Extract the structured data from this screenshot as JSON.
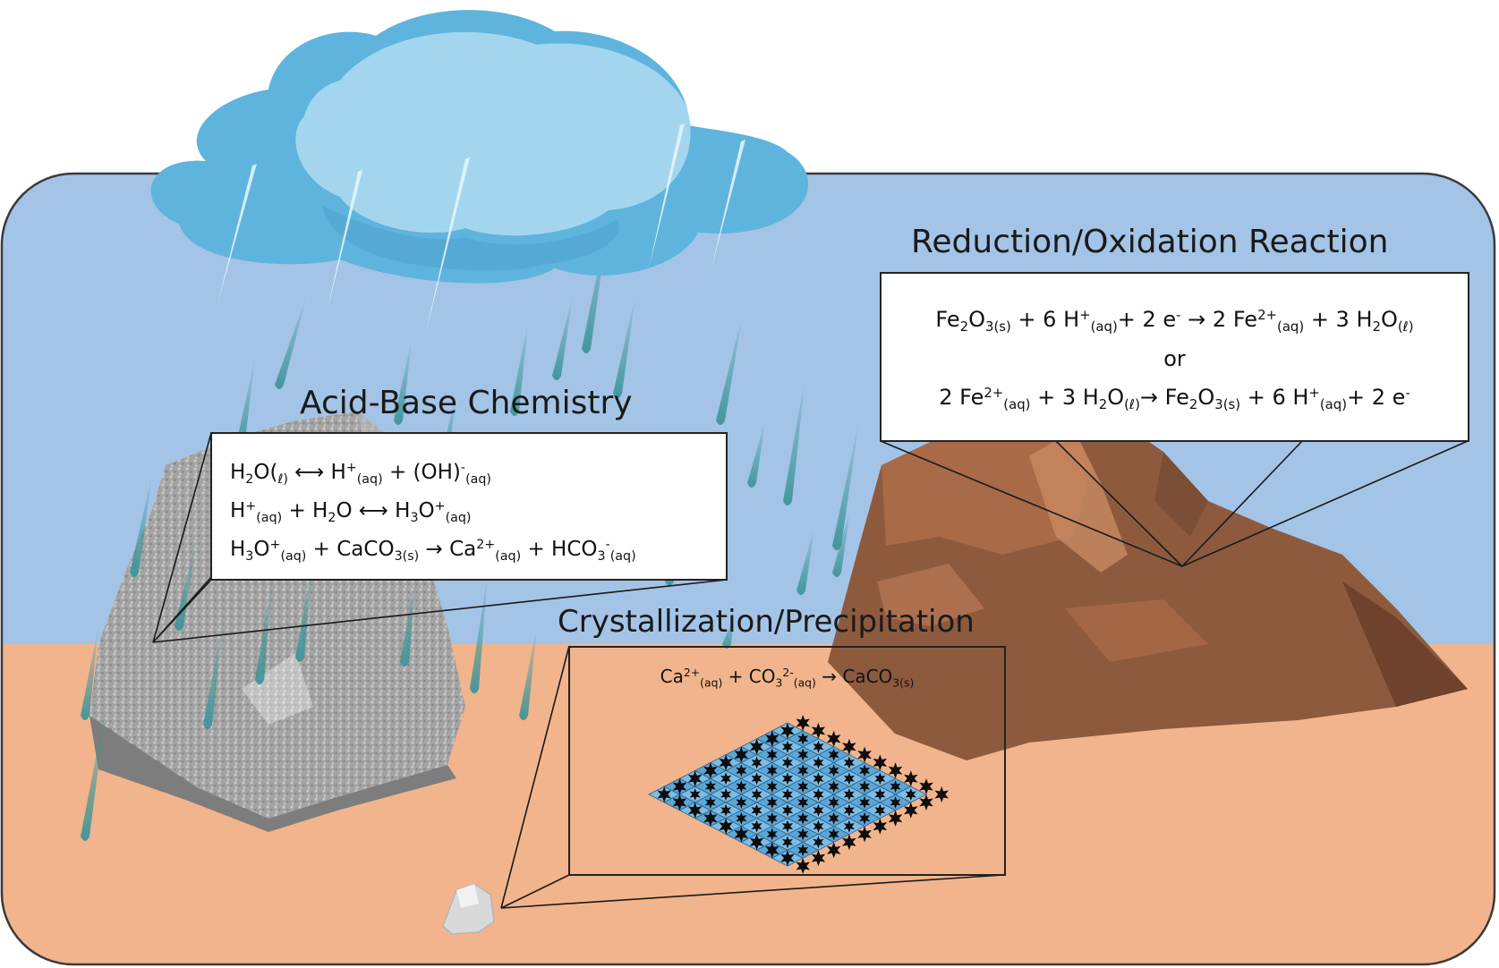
{
  "sections": {
    "acid_base": {
      "title": "Acid-Base Chemistry",
      "equations": [
        [
          {
            "t": "H"
          },
          {
            "sub": "2"
          },
          {
            "t": "O("
          },
          {
            "sub": "ℓ)"
          },
          {
            "t": " ⟷ H"
          },
          {
            "sup": "+"
          },
          {
            "sub": "(aq)"
          },
          {
            "t": " + (OH)"
          },
          {
            "sup": "-"
          },
          {
            "sub": "(aq)"
          }
        ],
        [
          {
            "t": "H"
          },
          {
            "sup": "+"
          },
          {
            "sub": "(aq)"
          },
          {
            "t": " + H"
          },
          {
            "sub": "2"
          },
          {
            "t": "O ⟷ H"
          },
          {
            "sub": "3"
          },
          {
            "t": "O"
          },
          {
            "sup": "+"
          },
          {
            "sub": "(aq)"
          }
        ],
        [
          {
            "t": "H"
          },
          {
            "sub": "3"
          },
          {
            "t": "O"
          },
          {
            "sup": "+"
          },
          {
            "sub": "(aq)"
          },
          {
            "t": " + CaCO"
          },
          {
            "sub": "3(s)"
          },
          {
            "t": " → Ca"
          },
          {
            "sup": "2+"
          },
          {
            "sub": "(aq)"
          },
          {
            "t": " + HCO"
          },
          {
            "sub": "3"
          },
          {
            "sup": "-"
          },
          {
            "sub": "(aq)"
          }
        ]
      ]
    },
    "redox": {
      "title": "Reduction/Oxidation Reaction",
      "equations": [
        [
          {
            "t": "Fe"
          },
          {
            "sub": "2"
          },
          {
            "t": "O"
          },
          {
            "sub": "3(s)"
          },
          {
            "t": "  + 6 H"
          },
          {
            "sup": "+"
          },
          {
            "sub": "(aq)"
          },
          {
            "t": "+ 2 e"
          },
          {
            "sup": "-"
          },
          {
            "t": " → 2 Fe"
          },
          {
            "sup": "2+"
          },
          {
            "sub": "(aq)"
          },
          {
            "t": " + 3 H"
          },
          {
            "sub": "2"
          },
          {
            "t": "O"
          },
          {
            "sub": "(ℓ)"
          }
        ],
        [
          {
            "t": "or"
          }
        ],
        [
          {
            "t": "2 Fe"
          },
          {
            "sup": "2+"
          },
          {
            "sub": "(aq)"
          },
          {
            "t": " + 3 H"
          },
          {
            "sub": "2"
          },
          {
            "t": "O"
          },
          {
            "sub": "(ℓ)"
          },
          {
            "t": "→ Fe"
          },
          {
            "sub": "2"
          },
          {
            "t": "O"
          },
          {
            "sub": "3(s)"
          },
          {
            "t": "  + 6 H"
          },
          {
            "sup": "+"
          },
          {
            "sub": "(aq)"
          },
          {
            "t": "+ 2 e"
          },
          {
            "sup": "-"
          }
        ]
      ]
    },
    "crystallization": {
      "title": "Crystallization/Precipitation",
      "equations": [
        [
          {
            "t": "Ca"
          },
          {
            "sup": "2+"
          },
          {
            "sub": "(aq)"
          },
          {
            "t": " + CO"
          },
          {
            "sub": "3"
          },
          {
            "sup": "2-"
          },
          {
            "sub": "(aq)"
          },
          {
            "t": " → CaCO"
          },
          {
            "sub": "3(s)"
          }
        ]
      ]
    }
  },
  "colors": {
    "sky": "#a3c4e6",
    "ground": "#f2b48c",
    "cloud_dark": "#5fb4de",
    "cloud_light": "#a3d6ee",
    "rain": "#3d9499",
    "dirt": "#8d5a3e",
    "rock": "#9e9e9e",
    "crystal": "#5aa6d8"
  },
  "icons": [
    "cloud-icon",
    "rain-drop-icon",
    "limestone-rock-icon",
    "iron-oxide-dirt-icon",
    "crystal-lattice-icon",
    "pebble-icon"
  ]
}
